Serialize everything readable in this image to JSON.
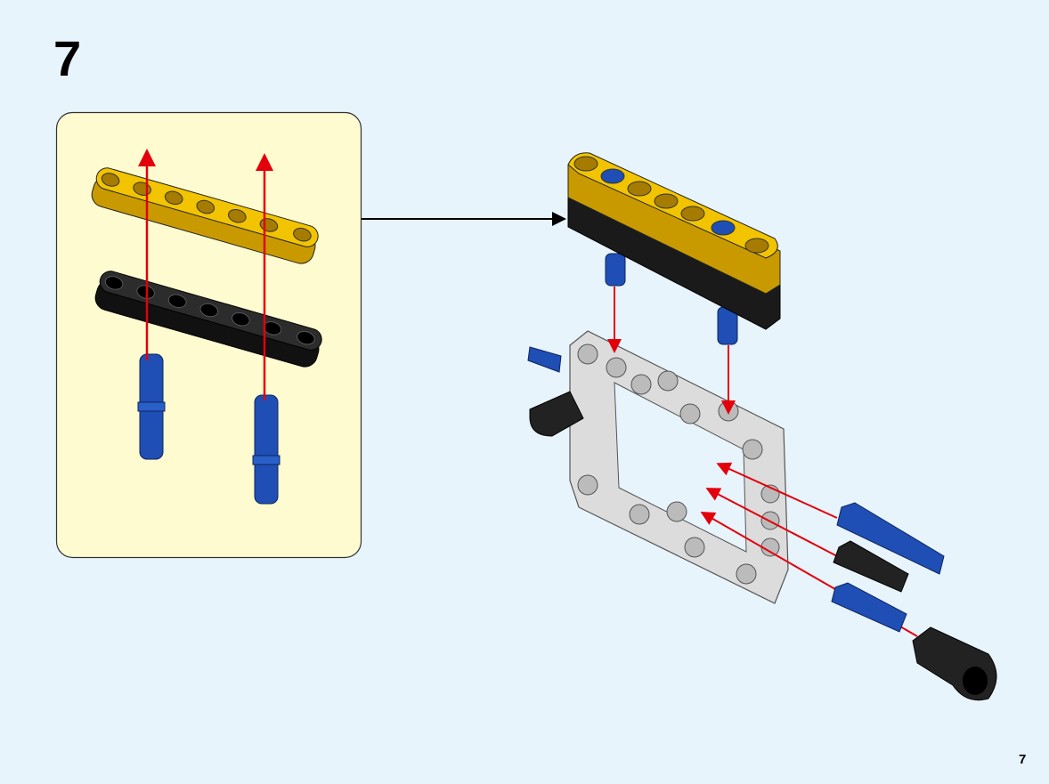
{
  "step": {
    "number": "7"
  },
  "page": {
    "number": "7"
  },
  "colors": {
    "background": "#e8f4fc",
    "callout_fill": "#fffbd0",
    "arrow_red": "#e3000b",
    "beam_yellow": "#f2c400",
    "beam_black": "#1e1e1e",
    "pin_blue": "#1f4fb4",
    "frame_grey": "#e6e6e6"
  },
  "parts": {
    "callout": [
      "yellow-beam-7",
      "black-beam-7",
      "blue-pin-long",
      "blue-pin-long"
    ],
    "main": [
      "yellow-black-beam-assembly",
      "open-frame-5x7",
      "blue-pin-long",
      "black-pin",
      "blue-pin-axle",
      "black-pin-connector"
    ]
  }
}
